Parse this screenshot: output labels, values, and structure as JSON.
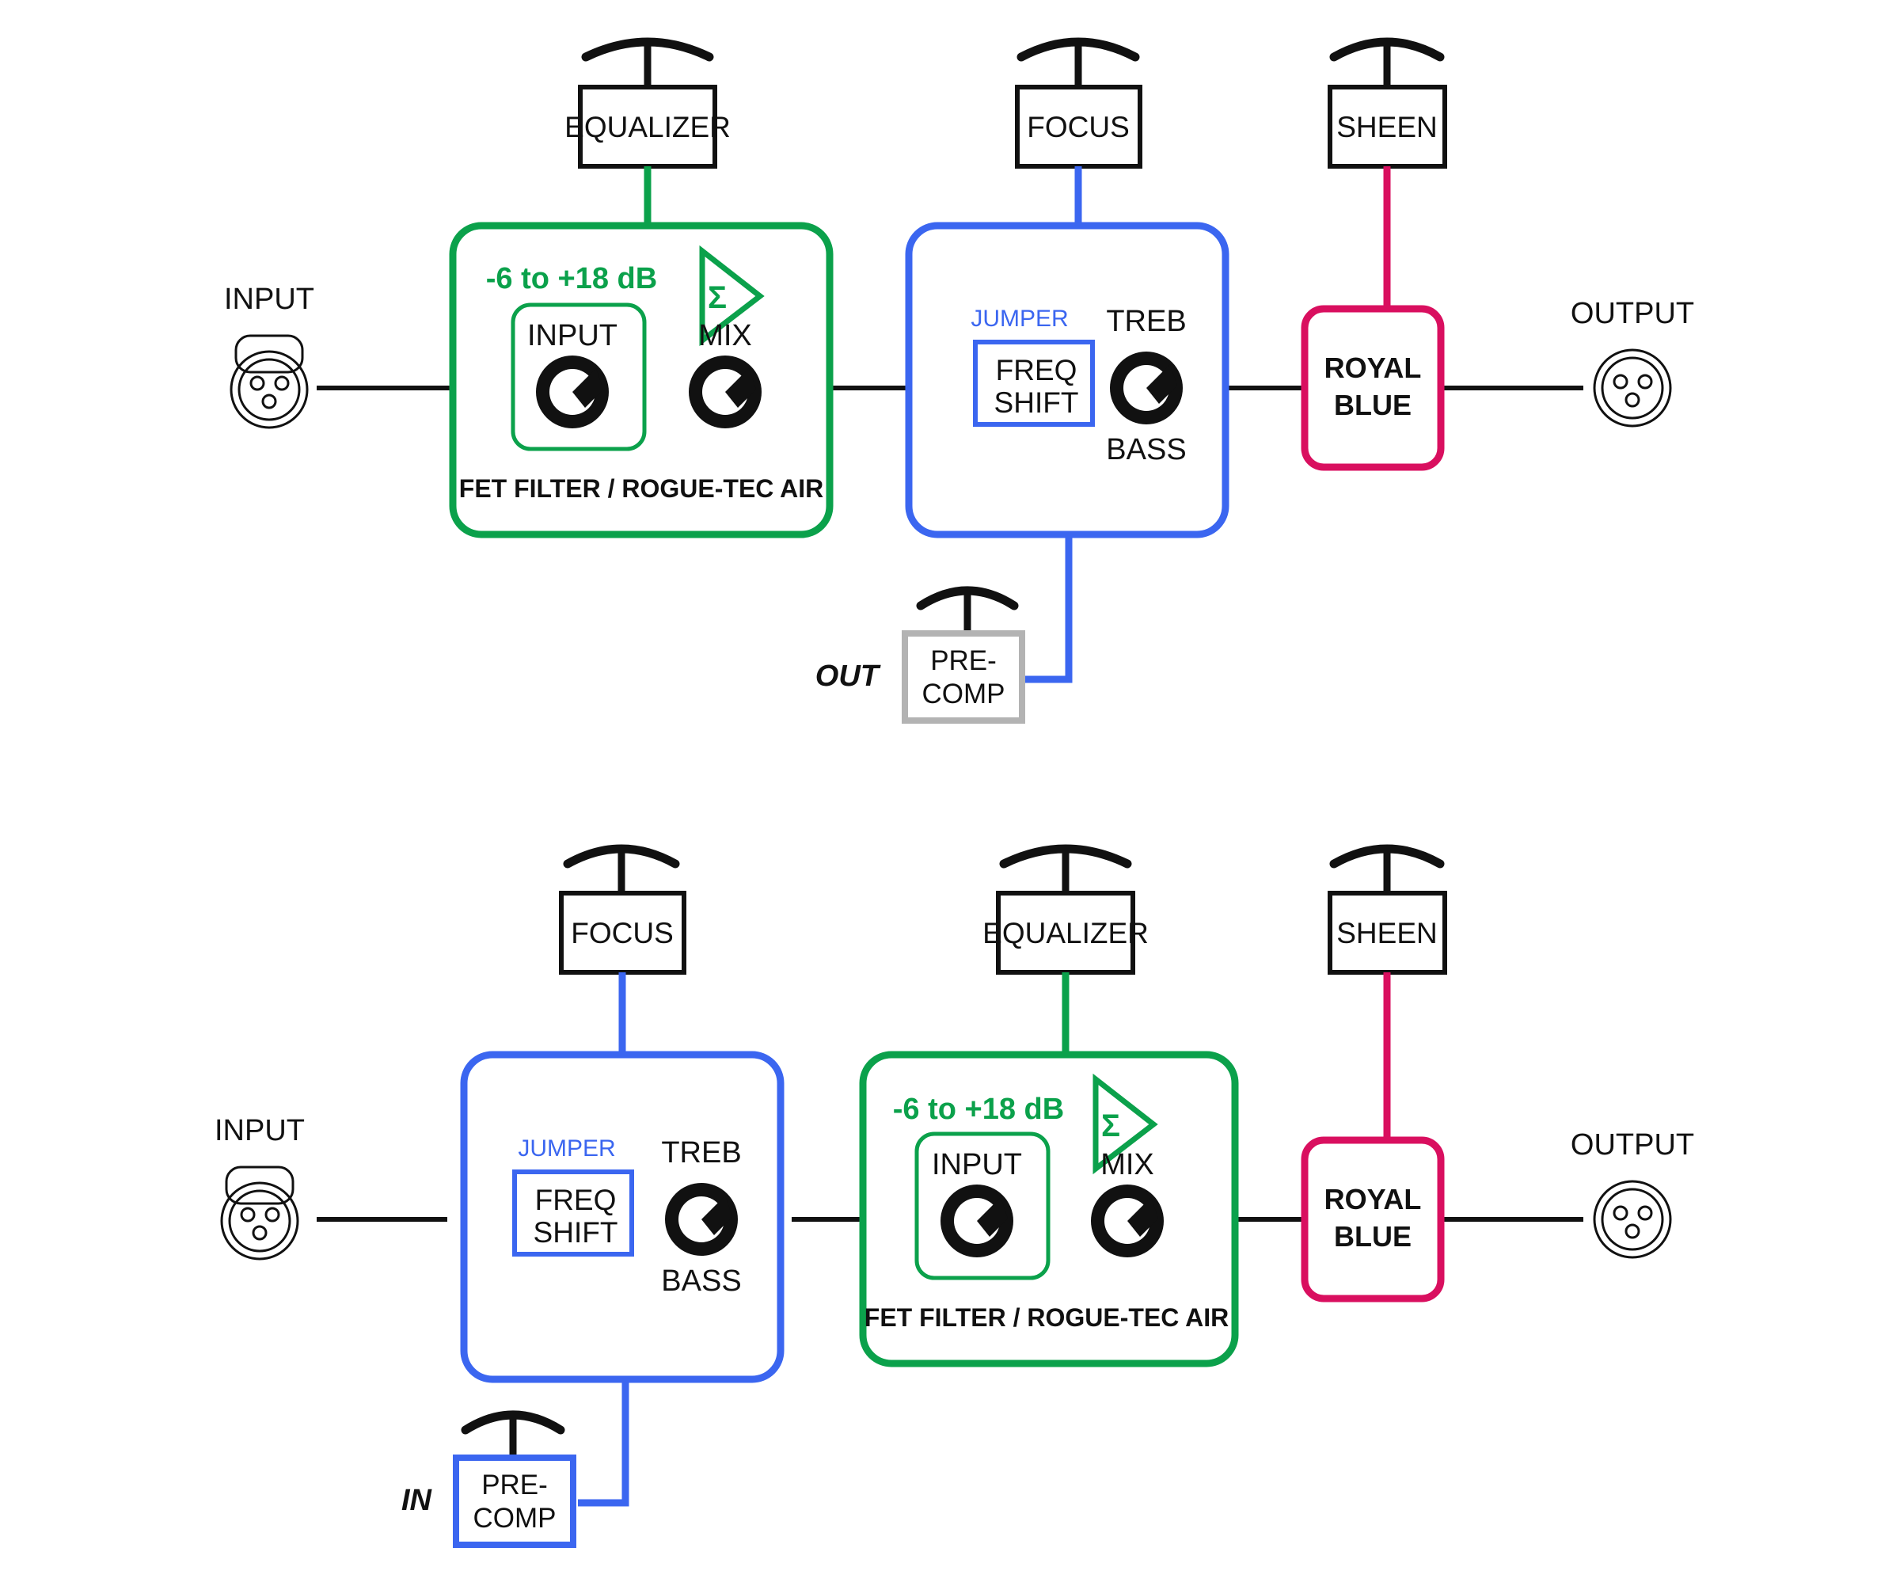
{
  "colors": {
    "green": "#0BA14B",
    "blue": "#3B66F0",
    "pink": "#D90F5F",
    "gray": "#B3B3B3",
    "black": "#111111",
    "white": "#FFFFFF"
  },
  "diagrams": [
    {
      "id": "signal-flow-precomp-out",
      "mode_label": "OUT",
      "connectors": {
        "input_label": "INPUT",
        "output_label": "OUTPUT"
      },
      "switches": [
        {
          "name": "equalizer-switch",
          "label": "EQUALIZER",
          "link_color": "#0BA14B"
        },
        {
          "name": "focus-switch",
          "label": "FOCUS",
          "link_color": "#3B66F0"
        },
        {
          "name": "sheen-switch",
          "label": "SHEEN",
          "link_color": "#D90F5F"
        }
      ],
      "stages": [
        {
          "name": "fet-filter-stage",
          "accent": "#0BA14B",
          "gain_range": "-6 to +18 dB",
          "amp_symbol": "Σ",
          "knobs": [
            {
              "name": "input-knob",
              "label": "INPUT",
              "boxed": true
            },
            {
              "name": "mix-knob",
              "label": "MIX",
              "boxed": false
            }
          ],
          "caption": "FET FILTER / ROGUE-TEC AIR"
        },
        {
          "name": "eq-stage",
          "accent": "#3B66F0",
          "jumper_label": "JUMPER",
          "jumper_box": "FREQ\nSHIFT",
          "jumper_line1": "FREQ",
          "jumper_line2": "SHIFT",
          "knob_top_label": "TREB",
          "knob_bottom_label": "BASS",
          "knob_name": "treb-bass-knob"
        },
        {
          "name": "royal-blue-stage",
          "accent": "#D90F5F",
          "title_line1": "ROYAL",
          "title_line2": "BLUE"
        }
      ],
      "precomp": {
        "name": "pre-comp-switch",
        "line1": "PRE-",
        "line2": "COMP",
        "border_color": "#B3B3B3",
        "link_color": "#3B66F0",
        "tag": "OUT"
      }
    },
    {
      "id": "signal-flow-precomp-in",
      "mode_label": "IN",
      "connectors": {
        "input_label": "INPUT",
        "output_label": "OUTPUT"
      },
      "switches": [
        {
          "name": "focus-switch",
          "label": "FOCUS",
          "link_color": "#3B66F0"
        },
        {
          "name": "equalizer-switch",
          "label": "EQUALIZER",
          "link_color": "#0BA14B"
        },
        {
          "name": "sheen-switch",
          "label": "SHEEN",
          "link_color": "#D90F5F"
        }
      ],
      "stages": [
        {
          "name": "eq-stage",
          "accent": "#3B66F0",
          "jumper_label": "JUMPER",
          "jumper_line1": "FREQ",
          "jumper_line2": "SHIFT",
          "knob_top_label": "TREB",
          "knob_bottom_label": "BASS",
          "knob_name": "treb-bass-knob"
        },
        {
          "name": "fet-filter-stage",
          "accent": "#0BA14B",
          "gain_range": "-6 to +18 dB",
          "amp_symbol": "Σ",
          "knobs": [
            {
              "name": "input-knob",
              "label": "INPUT",
              "boxed": true
            },
            {
              "name": "mix-knob",
              "label": "MIX",
              "boxed": false
            }
          ],
          "caption": "FET FILTER / ROGUE-TEC AIR"
        },
        {
          "name": "royal-blue-stage",
          "accent": "#D90F5F",
          "title_line1": "ROYAL",
          "title_line2": "BLUE"
        }
      ],
      "precomp": {
        "name": "pre-comp-switch",
        "line1": "PRE-",
        "line2": "COMP",
        "border_color": "#3B66F0",
        "link_color": "#3B66F0",
        "tag": "IN"
      }
    }
  ]
}
